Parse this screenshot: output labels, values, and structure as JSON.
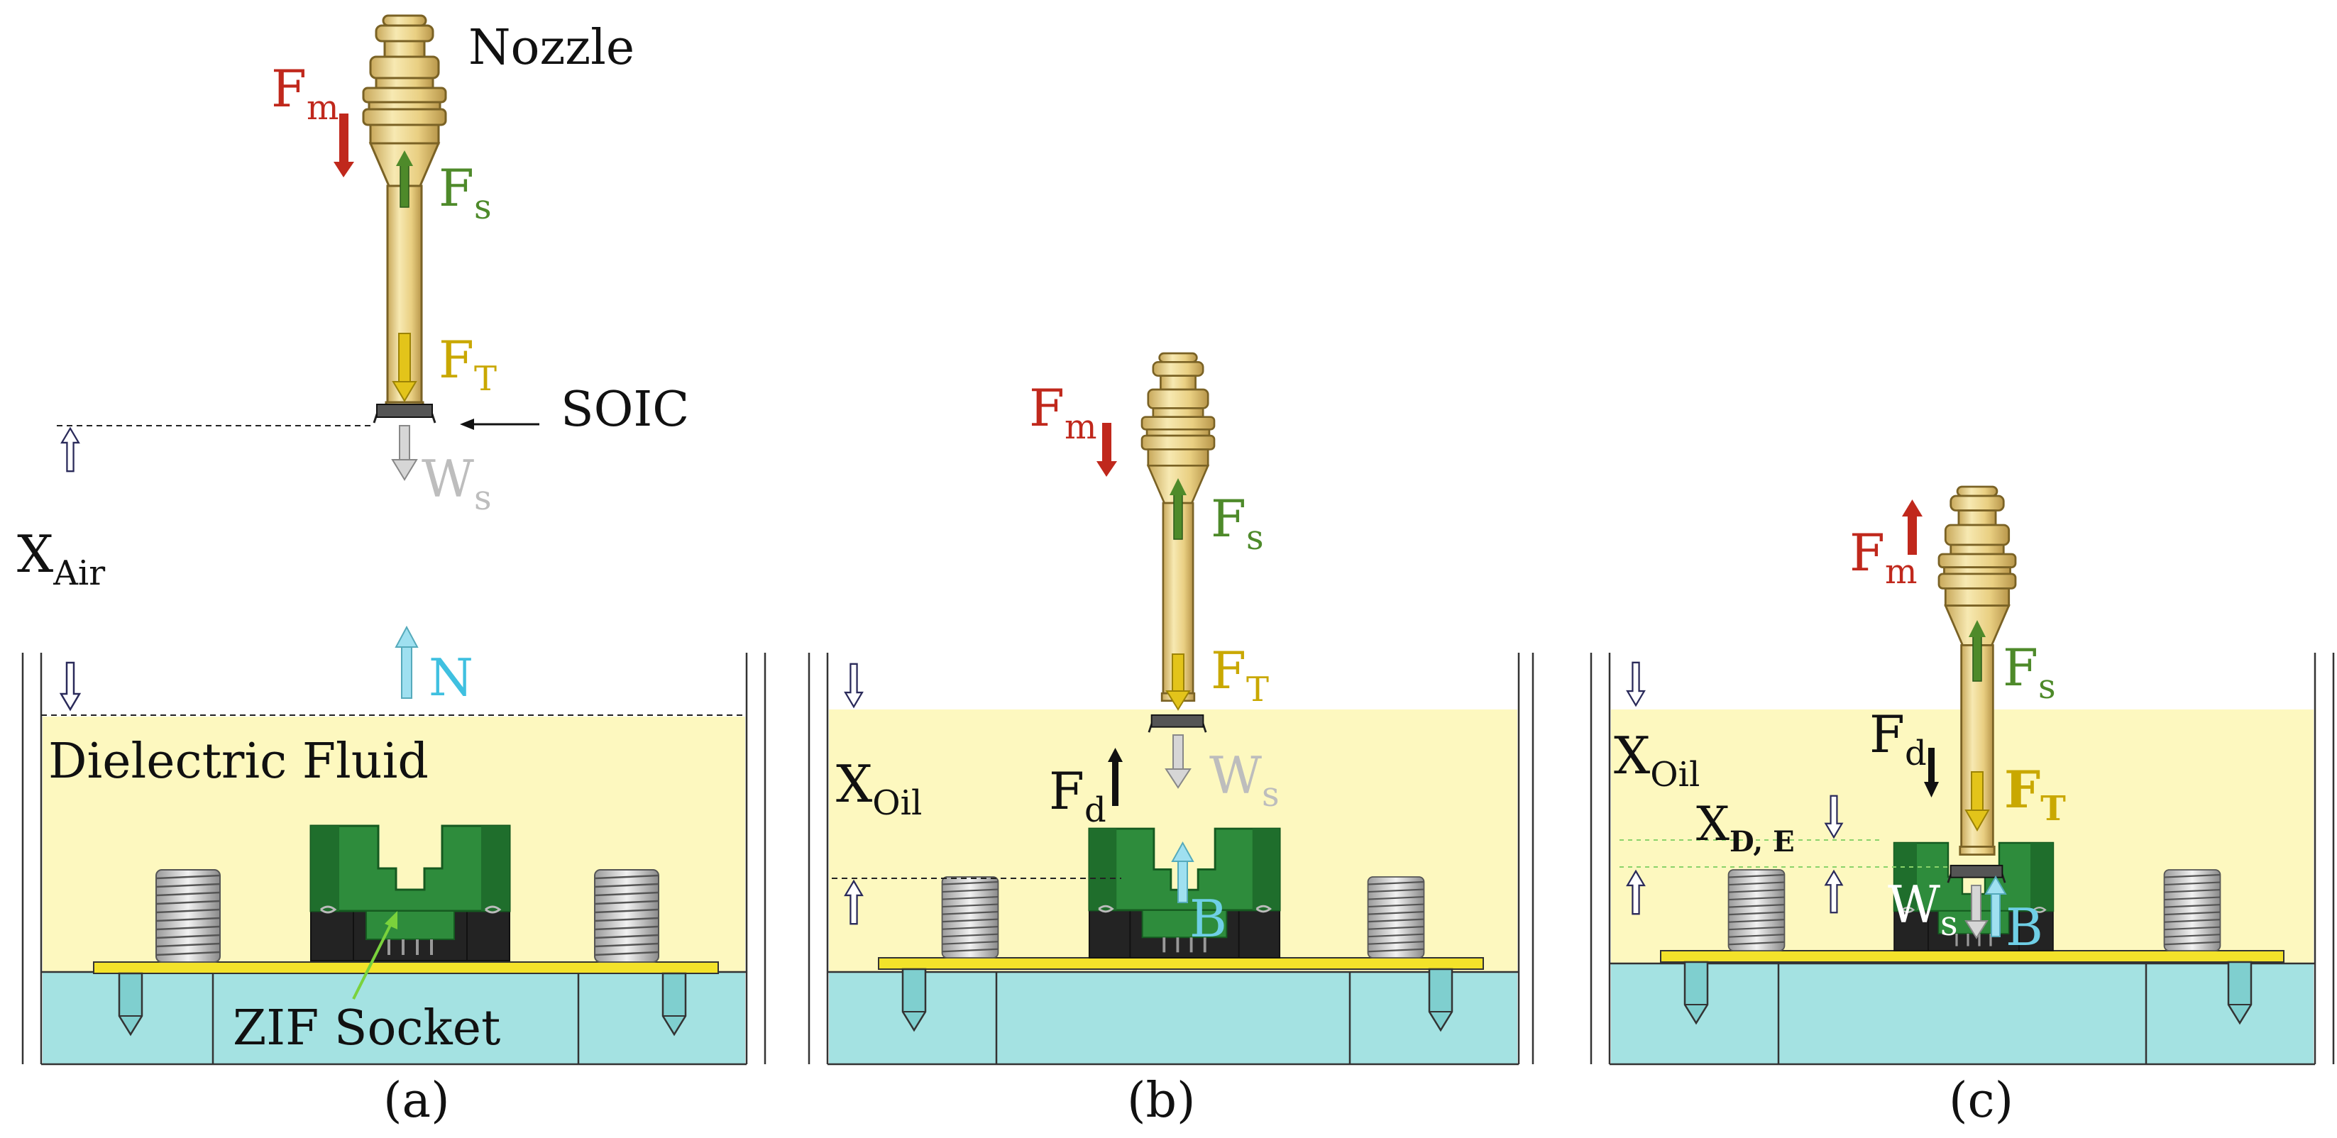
{
  "panels": {
    "a": {
      "caption": "(a)",
      "labels": {
        "nozzle": "Nozzle",
        "soic": "SOIC",
        "fluid": "Dielectric Fluid",
        "zif": "ZIF Socket",
        "x_main": "X",
        "x_sub": "Air",
        "fm_main": "F",
        "fm_sub": "m",
        "fs_main": "F",
        "fs_sub": "s",
        "ft_main": "F",
        "ft_sub": "T",
        "ws_main": "W",
        "ws_sub": "s",
        "n": "N"
      }
    },
    "b": {
      "caption": "(b)",
      "labels": {
        "x_main": "X",
        "x_sub": "Oil",
        "fm_main": "F",
        "fm_sub": "m",
        "fs_main": "F",
        "fs_sub": "s",
        "ft_main": "F",
        "ft_sub": "T",
        "ws_main": "W",
        "ws_sub": "s",
        "fd_main": "F",
        "fd_sub": "d",
        "b": "B"
      }
    },
    "c": {
      "caption": "(c)",
      "labels": {
        "x_main": "X",
        "x_sub": "Oil",
        "xde_main": "X",
        "xde_sub": "D, E",
        "fm_main": "F",
        "fm_sub": "m",
        "fs_main": "F",
        "fs_sub": "s",
        "ft_main": "F",
        "ft_sub": "T",
        "ws_main": "W",
        "ws_sub": "s",
        "fd_main": "F",
        "fd_sub": "d",
        "b": "B"
      }
    }
  },
  "colors": {
    "fm": "#c0281c",
    "fs": "#4e8a2a",
    "ft": "#c9a800",
    "ws": "#b9b9b9",
    "buoy": "#6fcfe6",
    "fluid": "#fdf8bf",
    "base": "#a4e2e2",
    "socket": "#2f8f3b",
    "nozzle": "#f0d98a",
    "pcb": "#f3e22a"
  }
}
